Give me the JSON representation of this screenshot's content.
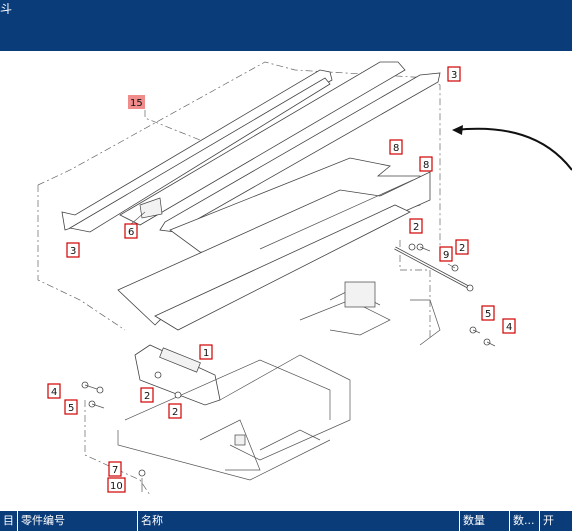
{
  "header": {
    "title": "斗"
  },
  "callouts": {
    "c15": "15",
    "c3a": "3",
    "c3b": "3",
    "c8a": "8",
    "c8b": "8",
    "c6": "6",
    "c2a": "2",
    "c2b": "2",
    "c9": "9",
    "c5a": "5",
    "c4a": "4",
    "c1": "1",
    "c4b": "4",
    "c5b": "5",
    "c2c": "2",
    "c2d": "2",
    "c7": "7",
    "c10": "10"
  },
  "table": {
    "columns": [
      "目",
      "零件编号",
      "名称",
      "数量",
      "数...",
      "开"
    ]
  },
  "colors": {
    "header_bg": "#0b3c7a",
    "callout_border": "#d00000",
    "highlight": "#f08c8c"
  }
}
